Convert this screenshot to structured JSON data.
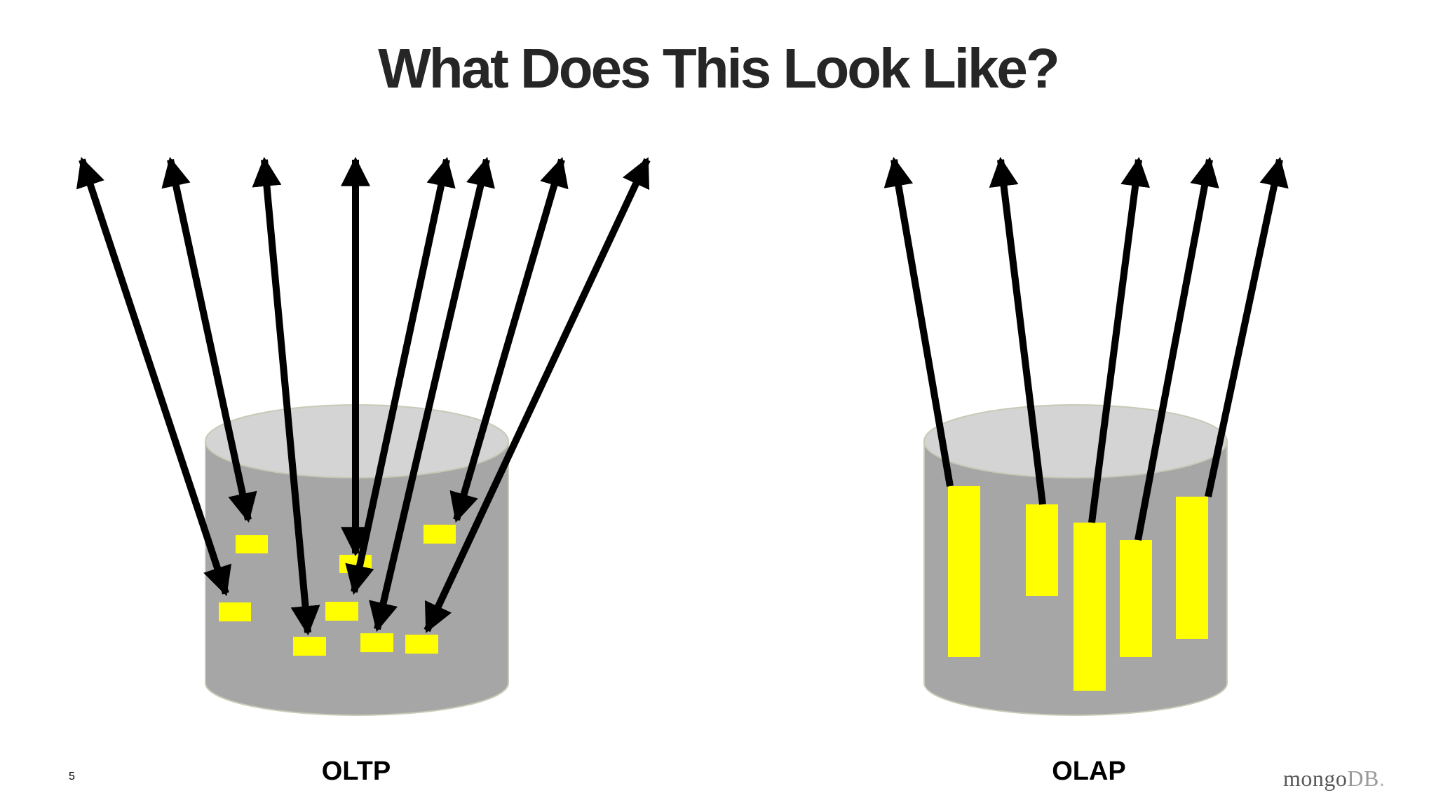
{
  "slide": {
    "title": "What Does This Look Like?",
    "slide_number": "5"
  },
  "oltp": {
    "label": "OLTP"
  },
  "olap": {
    "label": "OLAP"
  },
  "logo": {
    "main": "mongo",
    "suffix": "DB",
    "dot": "."
  },
  "colors": {
    "cylinder_body": "#a6a6a6",
    "cylinder_top": "#d4d4d4",
    "highlight": "#ffff00",
    "arrow": "#000000",
    "title": "#262626"
  }
}
